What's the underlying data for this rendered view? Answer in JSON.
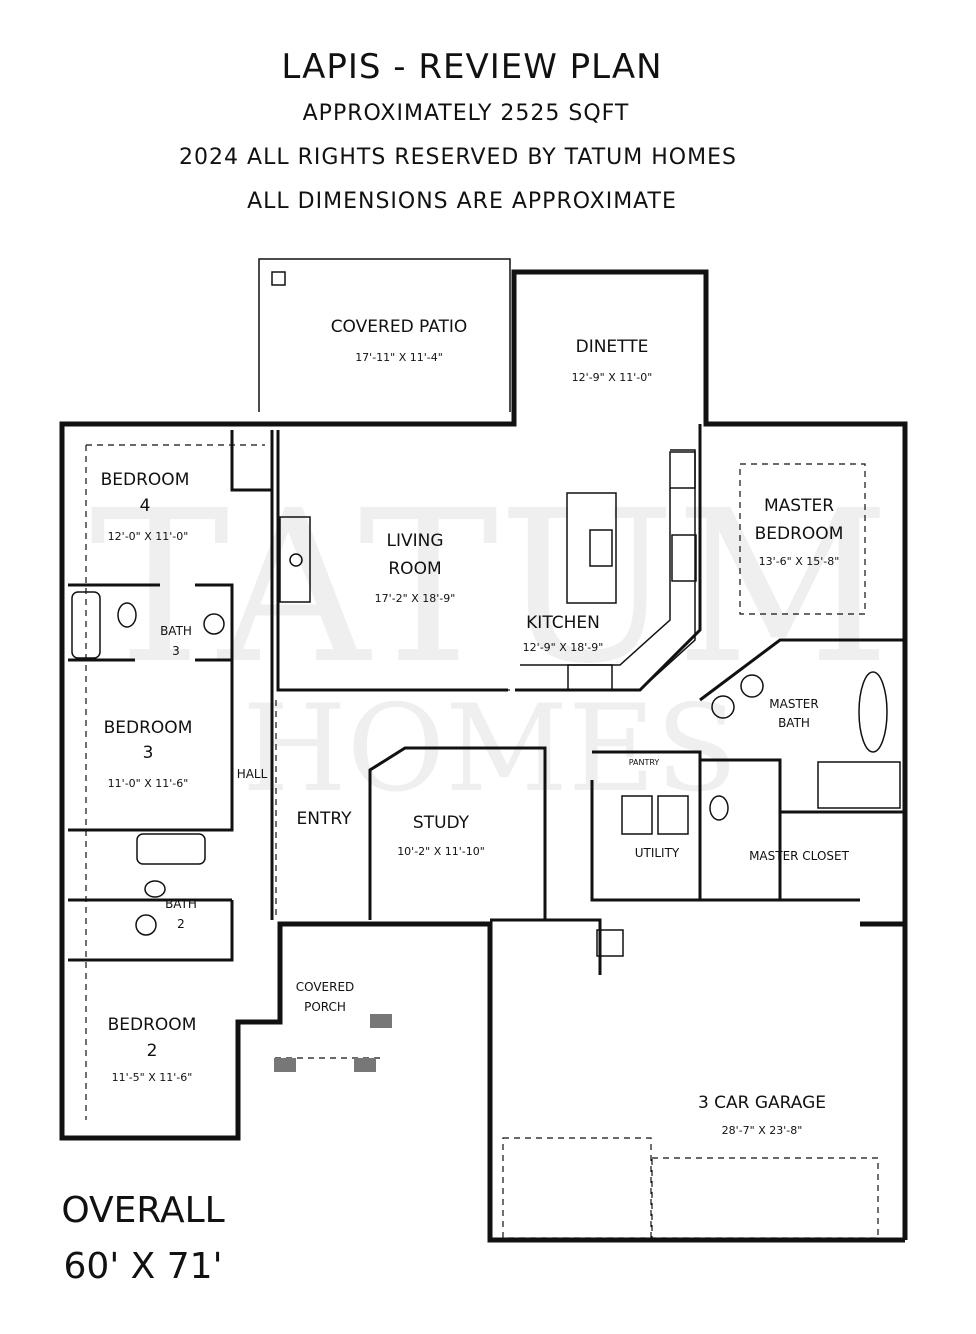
{
  "header": {
    "title": "LAPIS - REVIEW PLAN",
    "area": "APPROXIMATELY 2525 SQFT",
    "copyright": "2024 ALL RIGHTS RESERVED BY TATUM HOMES",
    "disclaimer": "ALL DIMENSIONS ARE APPROXIMATE"
  },
  "watermark": {
    "line1": "TATUM",
    "line2": "HOMES"
  },
  "rooms": {
    "covered_patio": {
      "name": "COVERED PATIO",
      "size": "17'-11\" X 11'-4\""
    },
    "dinette": {
      "name": "DINETTE",
      "size": "12'-9\" X 11'-0\""
    },
    "bedroom4": {
      "name": "BEDROOM",
      "number": "4",
      "size": "12'-0\" X 11'-0\""
    },
    "living_room": {
      "name1": "LIVING",
      "name2": "ROOM",
      "size": "17'-2\" X 18'-9\""
    },
    "kitchen": {
      "name": "KITCHEN",
      "size": "12'-9\" X 18'-9\""
    },
    "master_bedroom": {
      "name1": "MASTER",
      "name2": "BEDROOM",
      "size": "13'-6\" X 15'-8\""
    },
    "bath3": {
      "name": "BATH",
      "number": "3"
    },
    "master_bath": {
      "name1": "MASTER",
      "name2": "BATH"
    },
    "bedroom3": {
      "name": "BEDROOM",
      "number": "3",
      "size": "11'-0\" X 11'-6\""
    },
    "hall": {
      "name": "HALL"
    },
    "entry": {
      "name": "ENTRY"
    },
    "study": {
      "name": "STUDY",
      "size": "10'-2\" X 11'-10\""
    },
    "pantry": {
      "name": "PANTRY"
    },
    "utility": {
      "name": "UTILITY"
    },
    "master_closet": {
      "name": "MASTER CLOSET"
    },
    "bath2": {
      "name": "BATH",
      "number": "2"
    },
    "covered_porch": {
      "name1": "COVERED",
      "name2": "PORCH"
    },
    "bedroom2": {
      "name": "BEDROOM",
      "number": "2",
      "size": "11'-5\" X 11'-6\""
    },
    "garage": {
      "name": "3 CAR GARAGE",
      "size": "28'-7\" X 23'-8\""
    }
  },
  "overall": {
    "label": "OVERALL",
    "size": "60' X 71'"
  }
}
